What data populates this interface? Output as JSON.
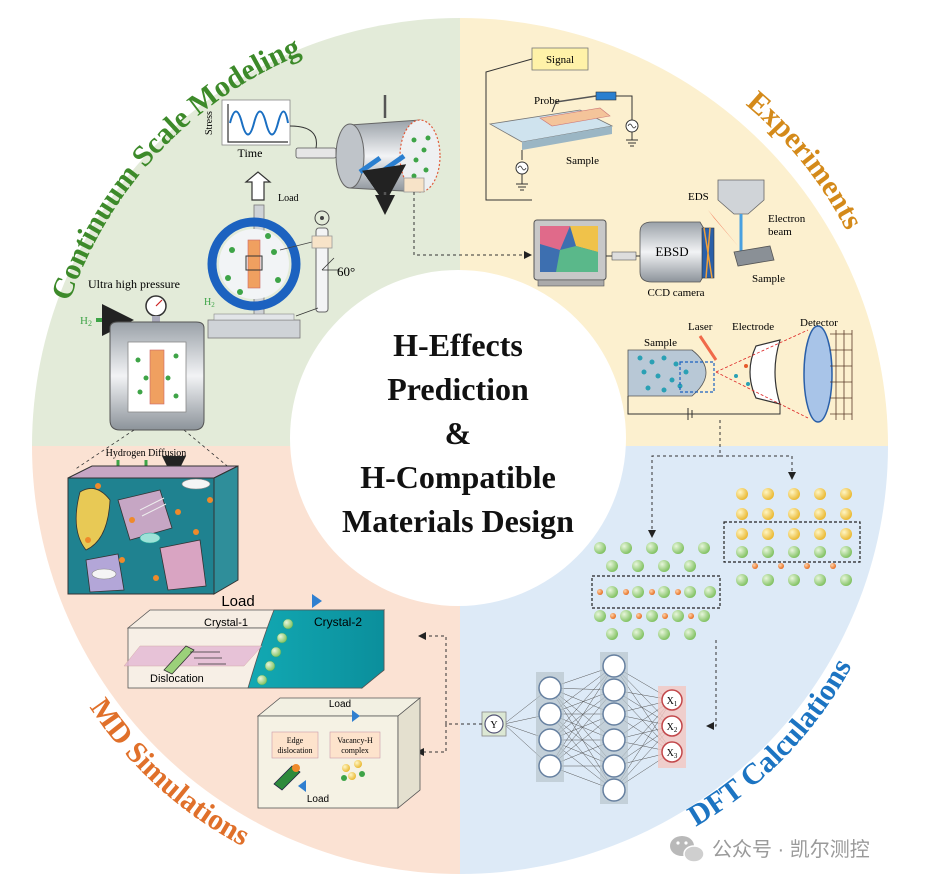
{
  "center": {
    "line1": "H-Effects",
    "line2": "Prediction",
    "line3": "&",
    "line4": "H-Compatible",
    "line5": "Materials Design"
  },
  "quadrants": {
    "continuum": "Continuum Scale Modeling",
    "experiments": "Experiments",
    "dft": "DFT Calculations",
    "md": "MD Simulations"
  },
  "continuum_panel": {
    "stress_label": "Stress",
    "time_label": "Time",
    "load_label": "Load",
    "angle_label": "60°",
    "h2_label": "H",
    "h2_sub": "2",
    "ultra_high_pressure": "Ultra high pressure",
    "hydrogen_diffusion": "Hydrogen Diffusion"
  },
  "experiments_panel": {
    "signal": "Signal",
    "probe": "Probe",
    "sample": "Sample",
    "eds": "EDS",
    "electron_beam_1": "Electron",
    "electron_beam_2": "beam",
    "ebsd": "EBSD",
    "ccd_camera": "CCD camera",
    "sample2": "Sample",
    "laser": "Laser",
    "electrode": "Electrode",
    "detector": "Detector",
    "sample3": "Sample"
  },
  "md_panel": {
    "load_top": "Load",
    "crystal1": "Crystal-1",
    "crystal2": "Crystal-2",
    "dislocation": "Dislocation",
    "load_box": "Load",
    "edge_dislocation_1": "Edge",
    "edge_dislocation_2": "dislocation",
    "vacancy_1": "Vacancy-H",
    "vacancy_2": "complex",
    "load_bottom": "Load"
  },
  "dft_panel": {
    "y_node": "Y",
    "x1": "X",
    "x1_sub": "1",
    "x2": "X",
    "x2_sub": "2",
    "x3": "X",
    "x3_sub": "3"
  },
  "watermark": "公众号 · 凯尔测控",
  "colors": {
    "continuum_bg": "#e3ebd9",
    "experiments_bg": "#fcf0cf",
    "dft_bg": "#ddeaf7",
    "md_bg": "#fbe2d3",
    "continuum_text": "#3d8a2a",
    "experiments_text": "#d48a1a",
    "dft_text": "#1c74c2",
    "md_text": "#e0702a"
  }
}
